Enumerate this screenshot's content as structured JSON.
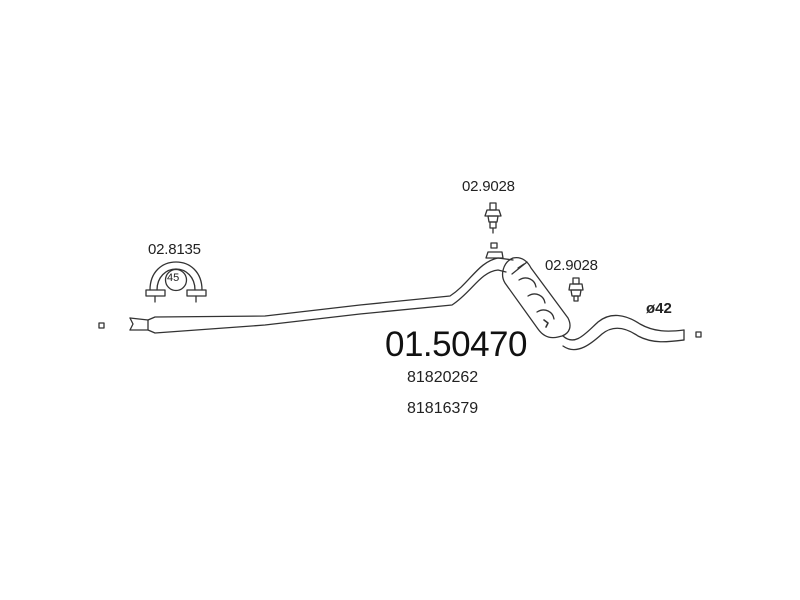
{
  "part": {
    "number": "01.50470",
    "oem_numbers": [
      "81820262",
      "81816379"
    ]
  },
  "accessories": {
    "clamp": {
      "code": "02.8135",
      "size": "45"
    },
    "hanger_front": {
      "code": "02.9028"
    },
    "hanger_rear": {
      "code": "02.9028"
    }
  },
  "pipe": {
    "diameter_label": "ø42"
  },
  "colors": {
    "line": "#333333",
    "fill": "#ffffff"
  }
}
